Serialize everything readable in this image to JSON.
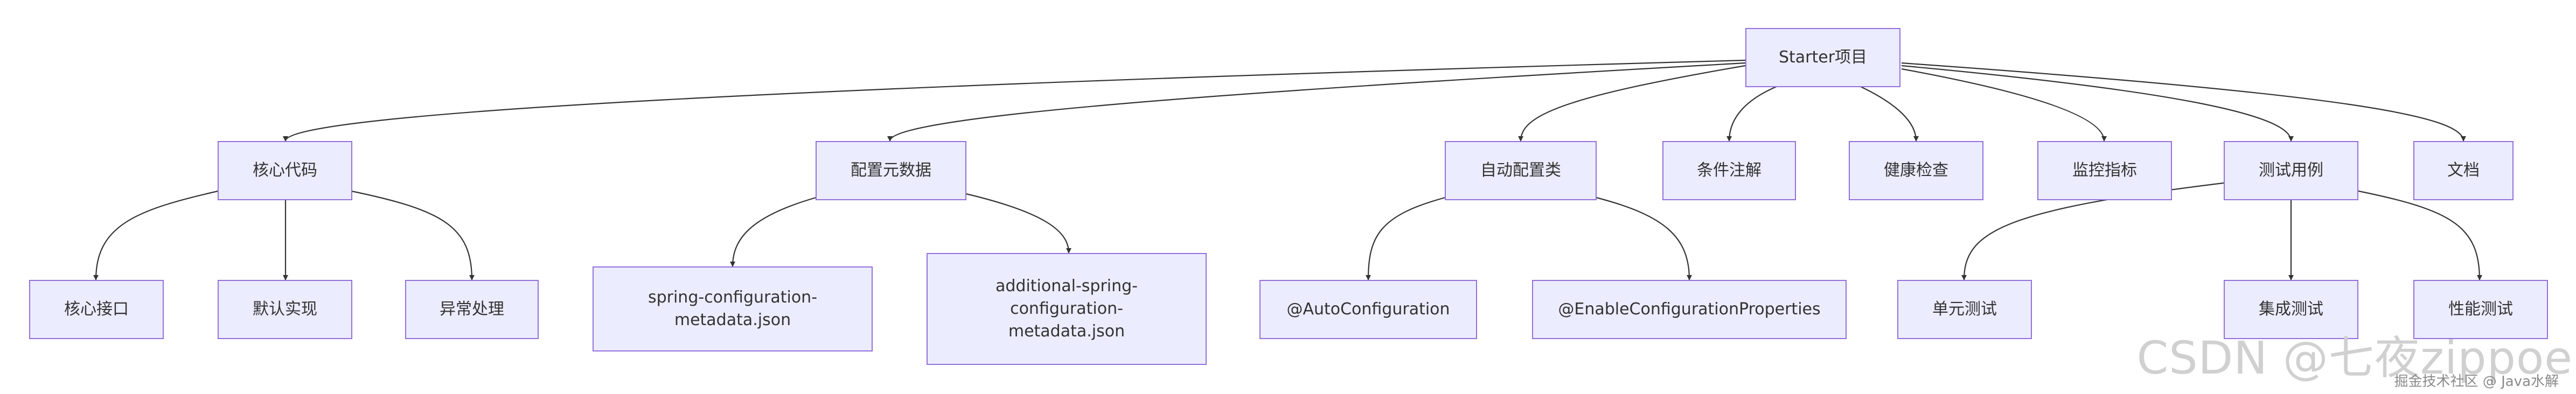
{
  "diagram": {
    "root": "Starter项目",
    "branches": [
      {
        "label": "核心代码",
        "children": [
          "核心接口",
          "默认实现",
          "异常处理"
        ]
      },
      {
        "label": "配置元数据",
        "children": [
          "spring-configuration-metadata.json",
          "additional-spring-configuration-metadata.json"
        ]
      },
      {
        "label": "自动配置类",
        "children": [
          "@AutoConfiguration",
          "@EnableConfigurationProperties"
        ]
      },
      {
        "label": "条件注解",
        "children": []
      },
      {
        "label": "健康检查",
        "children": []
      },
      {
        "label": "监控指标",
        "children": []
      },
      {
        "label": "测试用例",
        "children": [
          "单元测试",
          "集成测试",
          "性能测试"
        ]
      },
      {
        "label": "文档",
        "children": []
      }
    ]
  },
  "nodes": {
    "root": "Starter项目",
    "core_code": "核心代码",
    "config_metadata": "配置元数据",
    "auto_config": "自动配置类",
    "conditional": "条件注解",
    "health_check": "健康检查",
    "metrics": "监控指标",
    "test_cases": "测试用例",
    "docs": "文档",
    "core_interface": "核心接口",
    "default_impl": "默认实现",
    "exception_handling": "异常处理",
    "scm_json_line1": "spring-configuration-",
    "scm_json_line2": "metadata.json",
    "ascm_json_line1": "additional-spring-",
    "ascm_json_line2": "configuration-",
    "ascm_json_line3": "metadata.json",
    "auto_configuration": "@AutoConfiguration",
    "enable_config_props": "@EnableConfigurationProperties",
    "unit_test": "单元测试",
    "integration_test": "集成测试",
    "perf_test": "性能测试"
  },
  "watermarks": {
    "csdn": "CSDN @七夜zippoe",
    "juejin": "掘金技术社区 @ Java水解"
  },
  "colors": {
    "node_fill": "#ECECFF",
    "node_border": "#9370DB",
    "edge": "#333333",
    "text": "#333333"
  }
}
